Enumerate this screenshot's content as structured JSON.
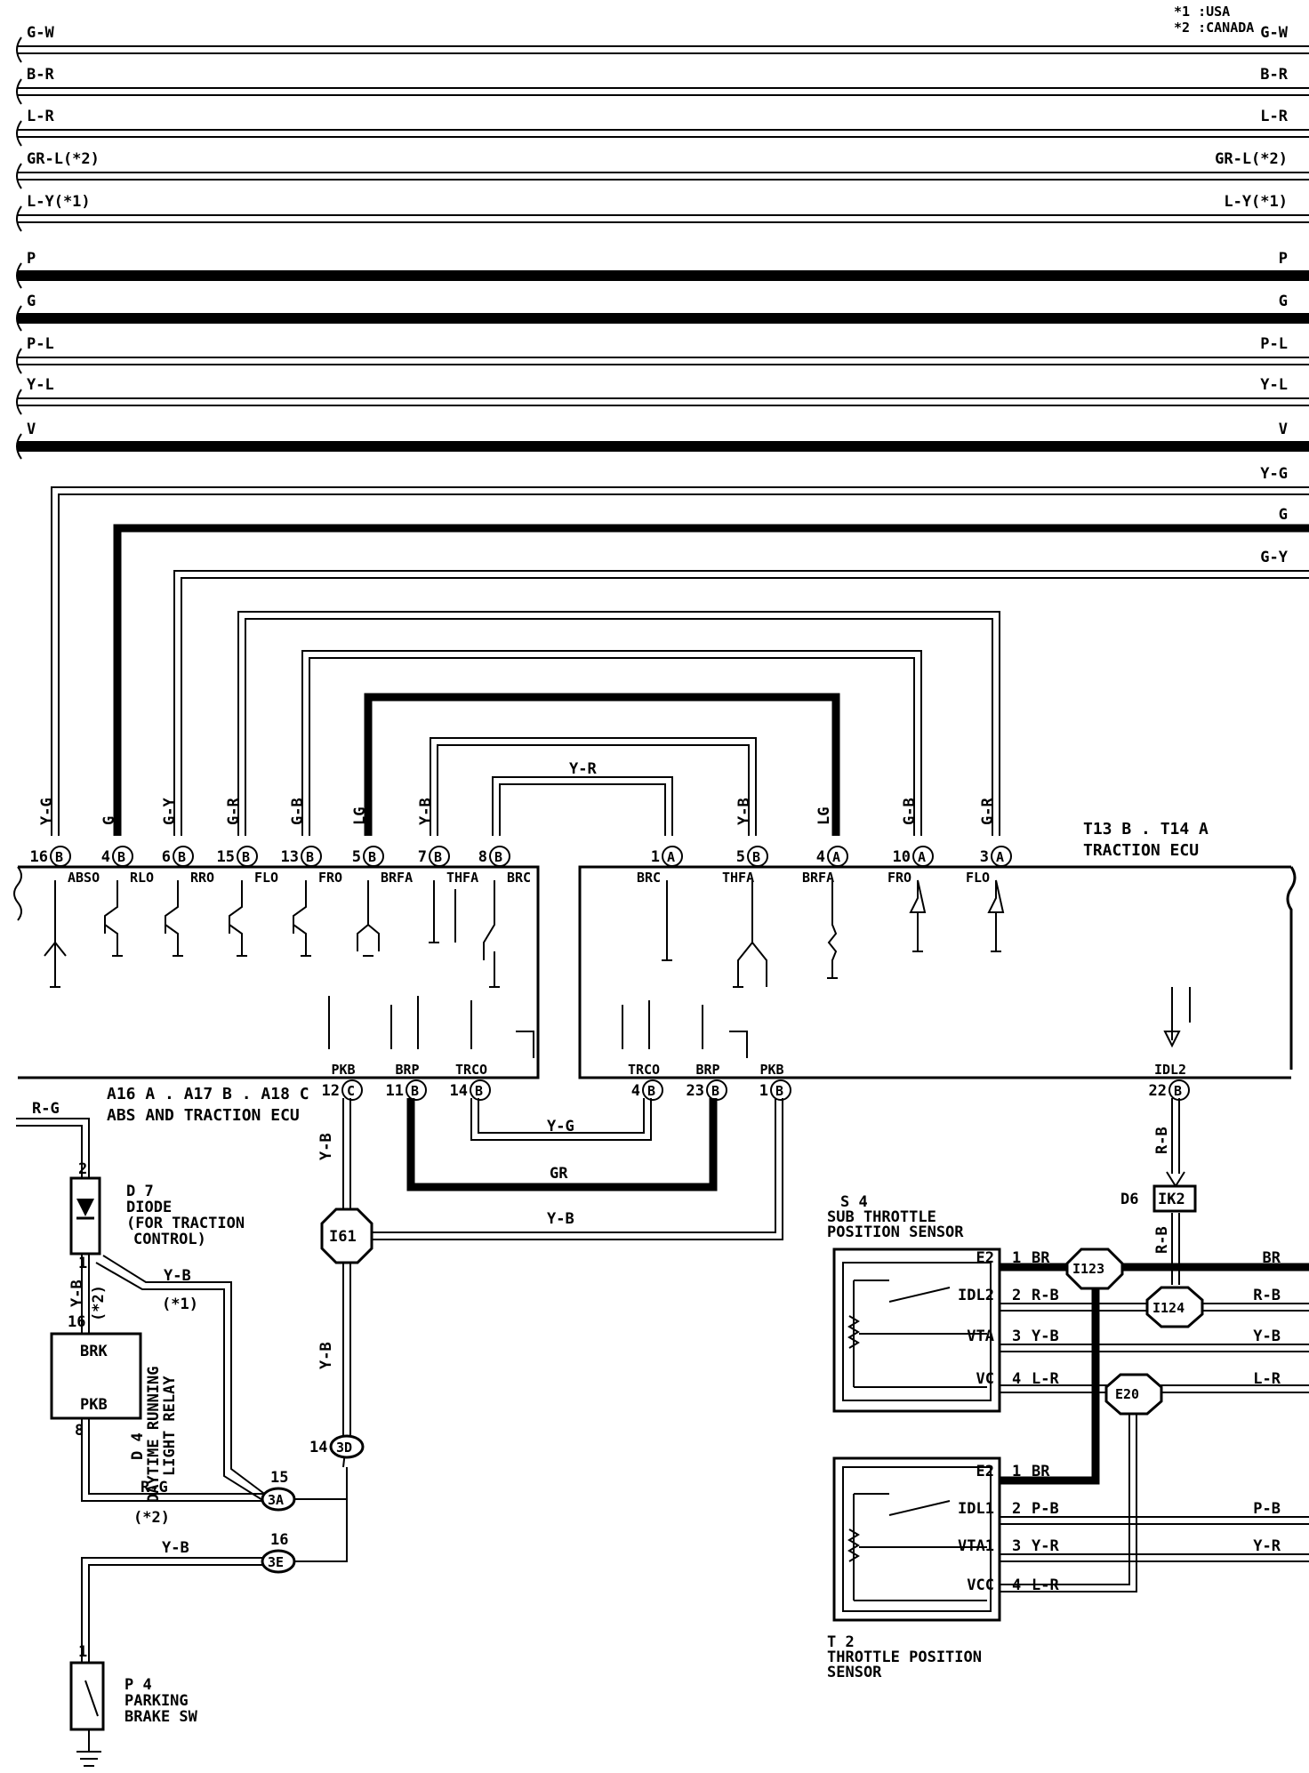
{
  "legend": {
    "note1": "*1 :USA",
    "note2": "*2 :CANADA"
  },
  "bus_wires": [
    {
      "left": "G-W",
      "right": "G-W",
      "thick": false
    },
    {
      "left": "B-R",
      "right": "B-R",
      "thick": false
    },
    {
      "left": "L-R",
      "right": "L-R",
      "thick": false
    },
    {
      "left": "GR-L(*2)",
      "right": "GR-L(*2)",
      "thick": false
    },
    {
      "left": "L-Y(*1)",
      "right": "L-Y(*1)",
      "thick": false
    },
    {
      "left": "P",
      "right": "P",
      "thick": true
    },
    {
      "left": "G",
      "right": "G",
      "thick": true
    },
    {
      "left": "P-L",
      "right": "P-L",
      "thick": false
    },
    {
      "left": "Y-L",
      "right": "Y-L",
      "thick": false
    },
    {
      "left": "V",
      "right": "V",
      "thick": true
    }
  ],
  "right_exits": [
    "Y-G",
    "G",
    "G-Y"
  ],
  "traction_ecu": {
    "title": "T13 B . T14 A",
    "name": "TRACTION ECU"
  },
  "abs_ecu": {
    "title": "A16 A . A17 B . A18 C",
    "name": "ABS AND TRACTION ECU"
  },
  "top_pins": [
    {
      "num": "16",
      "conn": "B",
      "color": "Y-G",
      "signal": "ABSO"
    },
    {
      "num": "4",
      "conn": "B",
      "color": "G",
      "signal": "RLO"
    },
    {
      "num": "6",
      "conn": "B",
      "color": "G-Y",
      "signal": "RRO"
    },
    {
      "num": "15",
      "conn": "B",
      "color": "G-R",
      "signal": "FLO"
    },
    {
      "num": "13",
      "conn": "B",
      "color": "G-B",
      "signal": "FRO"
    },
    {
      "num": "5",
      "conn": "B",
      "color": "LG",
      "signal": "BRFA"
    },
    {
      "num": "7",
      "conn": "B",
      "color": "Y-B",
      "signal": "THFA"
    },
    {
      "num": "8",
      "conn": "B",
      "color": "",
      "signal": "BRC"
    },
    {
      "num": "1",
      "conn": "A",
      "color": "",
      "signal": "BRC"
    },
    {
      "num": "5",
      "conn": "B",
      "color": "Y-B",
      "signal": "THFA"
    },
    {
      "num": "4",
      "conn": "A",
      "color": "LG",
      "signal": "BRFA"
    },
    {
      "num": "10",
      "conn": "A",
      "color": "G-B",
      "signal": "FRO"
    },
    {
      "num": "3",
      "conn": "A",
      "color": "G-R",
      "signal": "FLO"
    }
  ],
  "yr_label": "Y-R",
  "bottom_pins": [
    {
      "num": "12",
      "conn": "C",
      "signal": "PKB"
    },
    {
      "num": "11",
      "conn": "B",
      "signal": "BRP"
    },
    {
      "num": "14",
      "conn": "B",
      "signal": "TRCO"
    },
    {
      "num": "4",
      "conn": "B",
      "signal": "TRCO"
    },
    {
      "num": "23",
      "conn": "B",
      "signal": "BRP"
    },
    {
      "num": "1",
      "conn": "B",
      "signal": "PKB"
    },
    {
      "num": "22",
      "conn": "B",
      "signal": "IDL2"
    }
  ],
  "lower_wires": {
    "yg": "Y-G",
    "gr": "GR",
    "yb": "Y-B",
    "rb": "R-B",
    "rg": "R-G"
  },
  "junctions": {
    "i61": "I61",
    "i123": "I123",
    "i124": "I124",
    "e20": "E20",
    "ik2": "IK2",
    "d6": "D6"
  },
  "diode": {
    "id": "D 7",
    "name": "DIODE",
    "note1": "(FOR TRACTION",
    "note2": "CONTROL)",
    "pin_top": "2",
    "pin_bottom": "1"
  },
  "relay": {
    "id": "D 4",
    "name1": "DAYTIME RUNNING",
    "name2": "LIGHT RELAY",
    "brk": "BRK",
    "pkb": "PKB",
    "pin_brk": "16",
    "pin_pkb": "8"
  },
  "left_labels": {
    "yb": "Y-B",
    "star2": "(*2)",
    "star1": "(*1)",
    "rg": "R-G",
    "yb2": "Y-B"
  },
  "connectors": {
    "c3d": {
      "pin": "14",
      "name": "3D"
    },
    "c3a": {
      "pin": "15",
      "name": "3A"
    },
    "c3e": {
      "pin": "16",
      "name": "3E"
    }
  },
  "parking": {
    "id": "P 4",
    "name1": "PARKING",
    "name2": "BRAKE SW",
    "pin": "1"
  },
  "sub_throttle": {
    "id": "S 4",
    "name1": "SUB THROTTLE",
    "name2": "POSITION SENSOR",
    "terminals": [
      {
        "name": "E2",
        "pin": "1",
        "color": "BR"
      },
      {
        "name": "IDL2",
        "pin": "2",
        "color": "R-B"
      },
      {
        "name": "VTA",
        "pin": "3",
        "color": "Y-B"
      },
      {
        "name": "VC",
        "pin": "4",
        "color": "L-R"
      }
    ],
    "right": [
      "BR",
      "R-B",
      "Y-B",
      "L-R"
    ]
  },
  "throttle": {
    "id": "T 2",
    "name1": "THROTTLE POSITION",
    "name2": "SENSOR",
    "terminals": [
      {
        "name": "E2",
        "pin": "1",
        "color": "BR"
      },
      {
        "name": "IDL1",
        "pin": "2",
        "color": "P-B"
      },
      {
        "name": "VTA1",
        "pin": "3",
        "color": "Y-R"
      },
      {
        "name": "VCC",
        "pin": "4",
        "color": "L-R"
      }
    ],
    "right": [
      "P-B",
      "Y-R"
    ]
  }
}
